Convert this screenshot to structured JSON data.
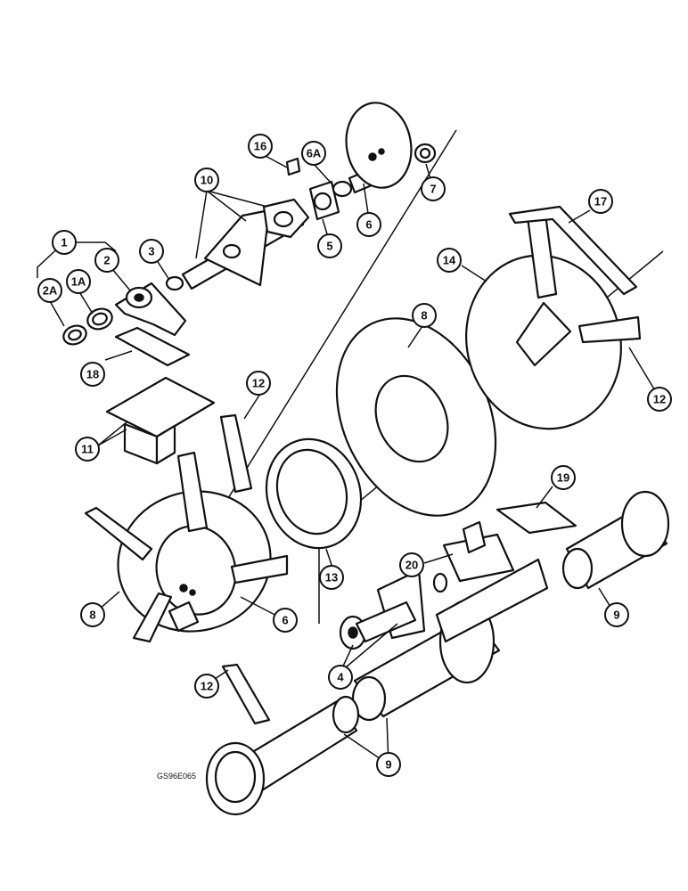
{
  "drawing_code": "GS96E065",
  "callouts": [
    "1",
    "1A",
    "2A",
    "2",
    "3",
    "10",
    "16",
    "6A",
    "5",
    "6",
    "7",
    "17",
    "14",
    "8",
    "12",
    "18",
    "11",
    "13",
    "19",
    "20",
    "9",
    "4"
  ],
  "colors": {
    "ink": "#111111",
    "paper": "#ffffff"
  }
}
